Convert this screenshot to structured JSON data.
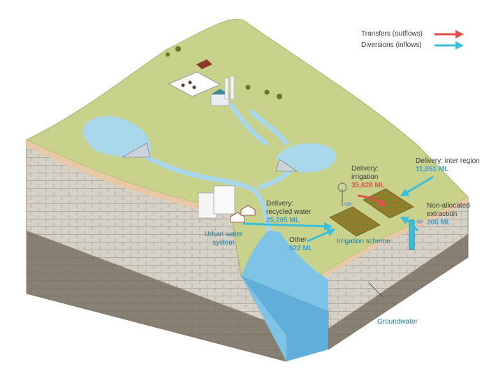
{
  "legend": {
    "transfers": "Transfers (outflows)",
    "diversions": "Diversions (inflows)",
    "transfer_color": "#e0514b",
    "diversion_color": "#39bfd8"
  },
  "labels": {
    "recycled_title_1": "Delivery:",
    "recycled_title_2": "recycled water",
    "recycled_value": "25,205 ML",
    "irrigation_title_1": "Delivery:",
    "irrigation_title_2": "irrigation",
    "irrigation_value": "35,628 ML",
    "inter_region_title": "Delivery: inter region",
    "inter_region_value": "11,051 ML",
    "nonalloc_title_1": "Non-allocated",
    "nonalloc_title_2": "extraction",
    "nonalloc_value": "200 ML",
    "other_title": "Other",
    "other_value": "622 ML",
    "urban_1": "Urban water",
    "urban_2": "system",
    "irrigation_scheme": "Irrigation scheme",
    "groundwater": "Groundwater"
  }
}
